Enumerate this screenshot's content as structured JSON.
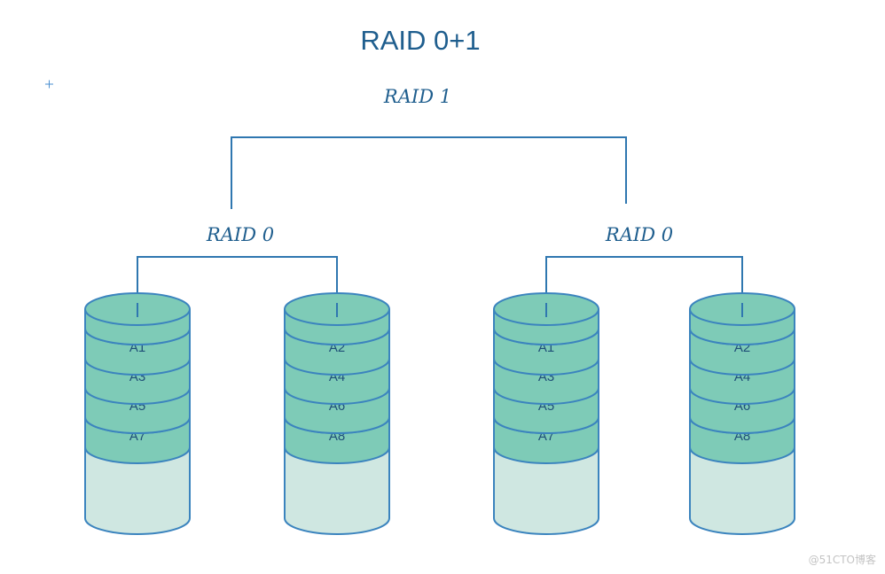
{
  "diagram": {
    "title": "RAID 0+1",
    "mirror_label": "RAID 1",
    "groups": [
      {
        "label": "RAID 0",
        "disks": [
          {
            "blocks": [
              "A1",
              "A3",
              "A5",
              "A7"
            ]
          },
          {
            "blocks": [
              "A2",
              "A4",
              "A6",
              "A8"
            ]
          }
        ]
      },
      {
        "label": "RAID 0",
        "disks": [
          {
            "blocks": [
              "A1",
              "A3",
              "A5",
              "A7"
            ]
          },
          {
            "blocks": [
              "A2",
              "A4",
              "A6",
              "A8"
            ]
          }
        ]
      }
    ],
    "watermark": "@51CTO博客"
  },
  "colors": {
    "text": "#1f5e8e",
    "line": "#2f77b0",
    "disk_outline": "#3b84be",
    "block_fill": "#7ecbb7",
    "empty_fill": "#cfe7e1"
  }
}
